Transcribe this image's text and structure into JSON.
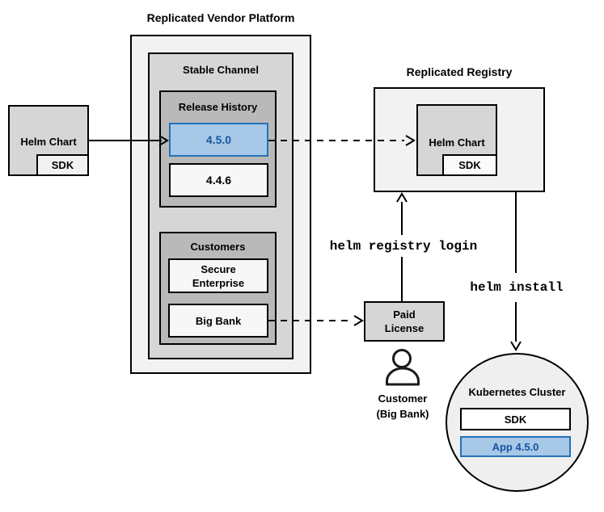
{
  "colors": {
    "highlight_fill": "#a8c8e8",
    "highlight_border": "#2272b8",
    "highlight_text": "#15569e"
  },
  "platform": {
    "title": "Replicated Vendor Platform",
    "stable_channel": "Stable Channel",
    "release_history": "Release History",
    "release_new": "4.5.0",
    "release_old": "4.4.6",
    "customers": "Customers",
    "customer_secure_line1": "Secure",
    "customer_secure_line2": "Enterprise",
    "customer_bank": "Big Bank"
  },
  "source": {
    "helm_chart": "Helm Chart",
    "sdk": "SDK"
  },
  "registry": {
    "title": "Replicated Registry",
    "helm_chart": "Helm Chart",
    "sdk": "SDK"
  },
  "license": {
    "line1": "Paid",
    "line2": "License"
  },
  "customer": {
    "line1": "Customer",
    "line2": "(Big Bank)"
  },
  "commands": {
    "registry_login": "helm registry login",
    "install": "helm install"
  },
  "cluster": {
    "title": "Kubernetes Cluster",
    "sdk": "SDK",
    "app": "App 4.5.0"
  }
}
